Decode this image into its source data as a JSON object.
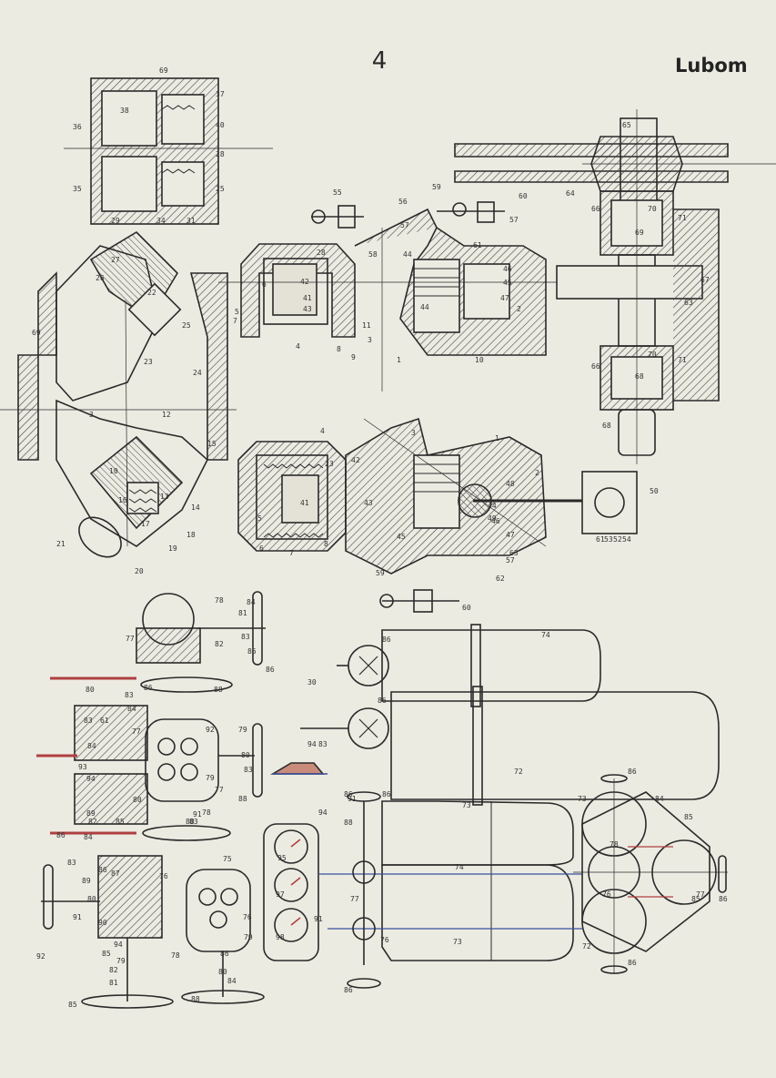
{
  "header": {
    "page_number": "4",
    "label": "Lubom"
  },
  "callouts": {
    "top_left_block": [
      "69",
      "37",
      "36",
      "38",
      "40",
      "28",
      "35",
      "29",
      "34",
      "31",
      "25"
    ],
    "left_y_pipe": [
      "26",
      "27",
      "22",
      "69",
      "23",
      "25",
      "24",
      "3",
      "15",
      "12",
      "10",
      "16",
      "17",
      "13",
      "21",
      "20",
      "19",
      "18",
      "14"
    ],
    "compressor_upper": [
      "55",
      "56",
      "59",
      "57",
      "60",
      "57",
      "58",
      "28",
      "61",
      "44",
      "6",
      "41",
      "42",
      "43",
      "45",
      "46",
      "47",
      "44",
      "5",
      "7",
      "2",
      "4",
      "11",
      "9",
      "10",
      "1",
      "3",
      "8"
    ],
    "crank_right": [
      "65",
      "64",
      "66",
      "70",
      "71",
      "69",
      "67",
      "68",
      "66",
      "70",
      "71",
      "68",
      "63"
    ],
    "compressor_lower": [
      "4",
      "3",
      "5",
      "1",
      "23",
      "42",
      "2",
      "41",
      "43",
      "48",
      "46",
      "47",
      "49",
      "45",
      "44",
      "50",
      "61",
      "53",
      "52",
      "54",
      "57",
      "62",
      "63",
      "59",
      "60",
      "8",
      "7",
      "6"
    ],
    "valves_left": [
      "78",
      "84",
      "81",
      "77",
      "82",
      "83",
      "85",
      "86",
      "83",
      "84",
      "88",
      "86",
      "80",
      "61",
      "83",
      "77",
      "92",
      "79",
      "80",
      "84",
      "93",
      "94",
      "83",
      "88",
      "77",
      "79",
      "80",
      "78",
      "82",
      "89",
      "83",
      "85",
      "84",
      "80",
      "91",
      "86"
    ],
    "valves_bottom_left": [
      "83",
      "86",
      "87",
      "76",
      "75",
      "91",
      "89",
      "80",
      "90",
      "92",
      "94",
      "79",
      "82",
      "81",
      "85",
      "78",
      "79",
      "76",
      "86",
      "80",
      "84",
      "88",
      "85"
    ],
    "cylinders": [
      "74",
      "86",
      "86",
      "72",
      "30",
      "94",
      "83",
      "91",
      "86",
      "73",
      "74",
      "73",
      "76",
      "95",
      "97",
      "98",
      "94",
      "91",
      "88",
      "77",
      "86",
      "86"
    ],
    "right_manifold": [
      "73",
      "86",
      "84",
      "85",
      "78",
      "76",
      "77",
      "72",
      "86",
      "85",
      "86"
    ]
  }
}
